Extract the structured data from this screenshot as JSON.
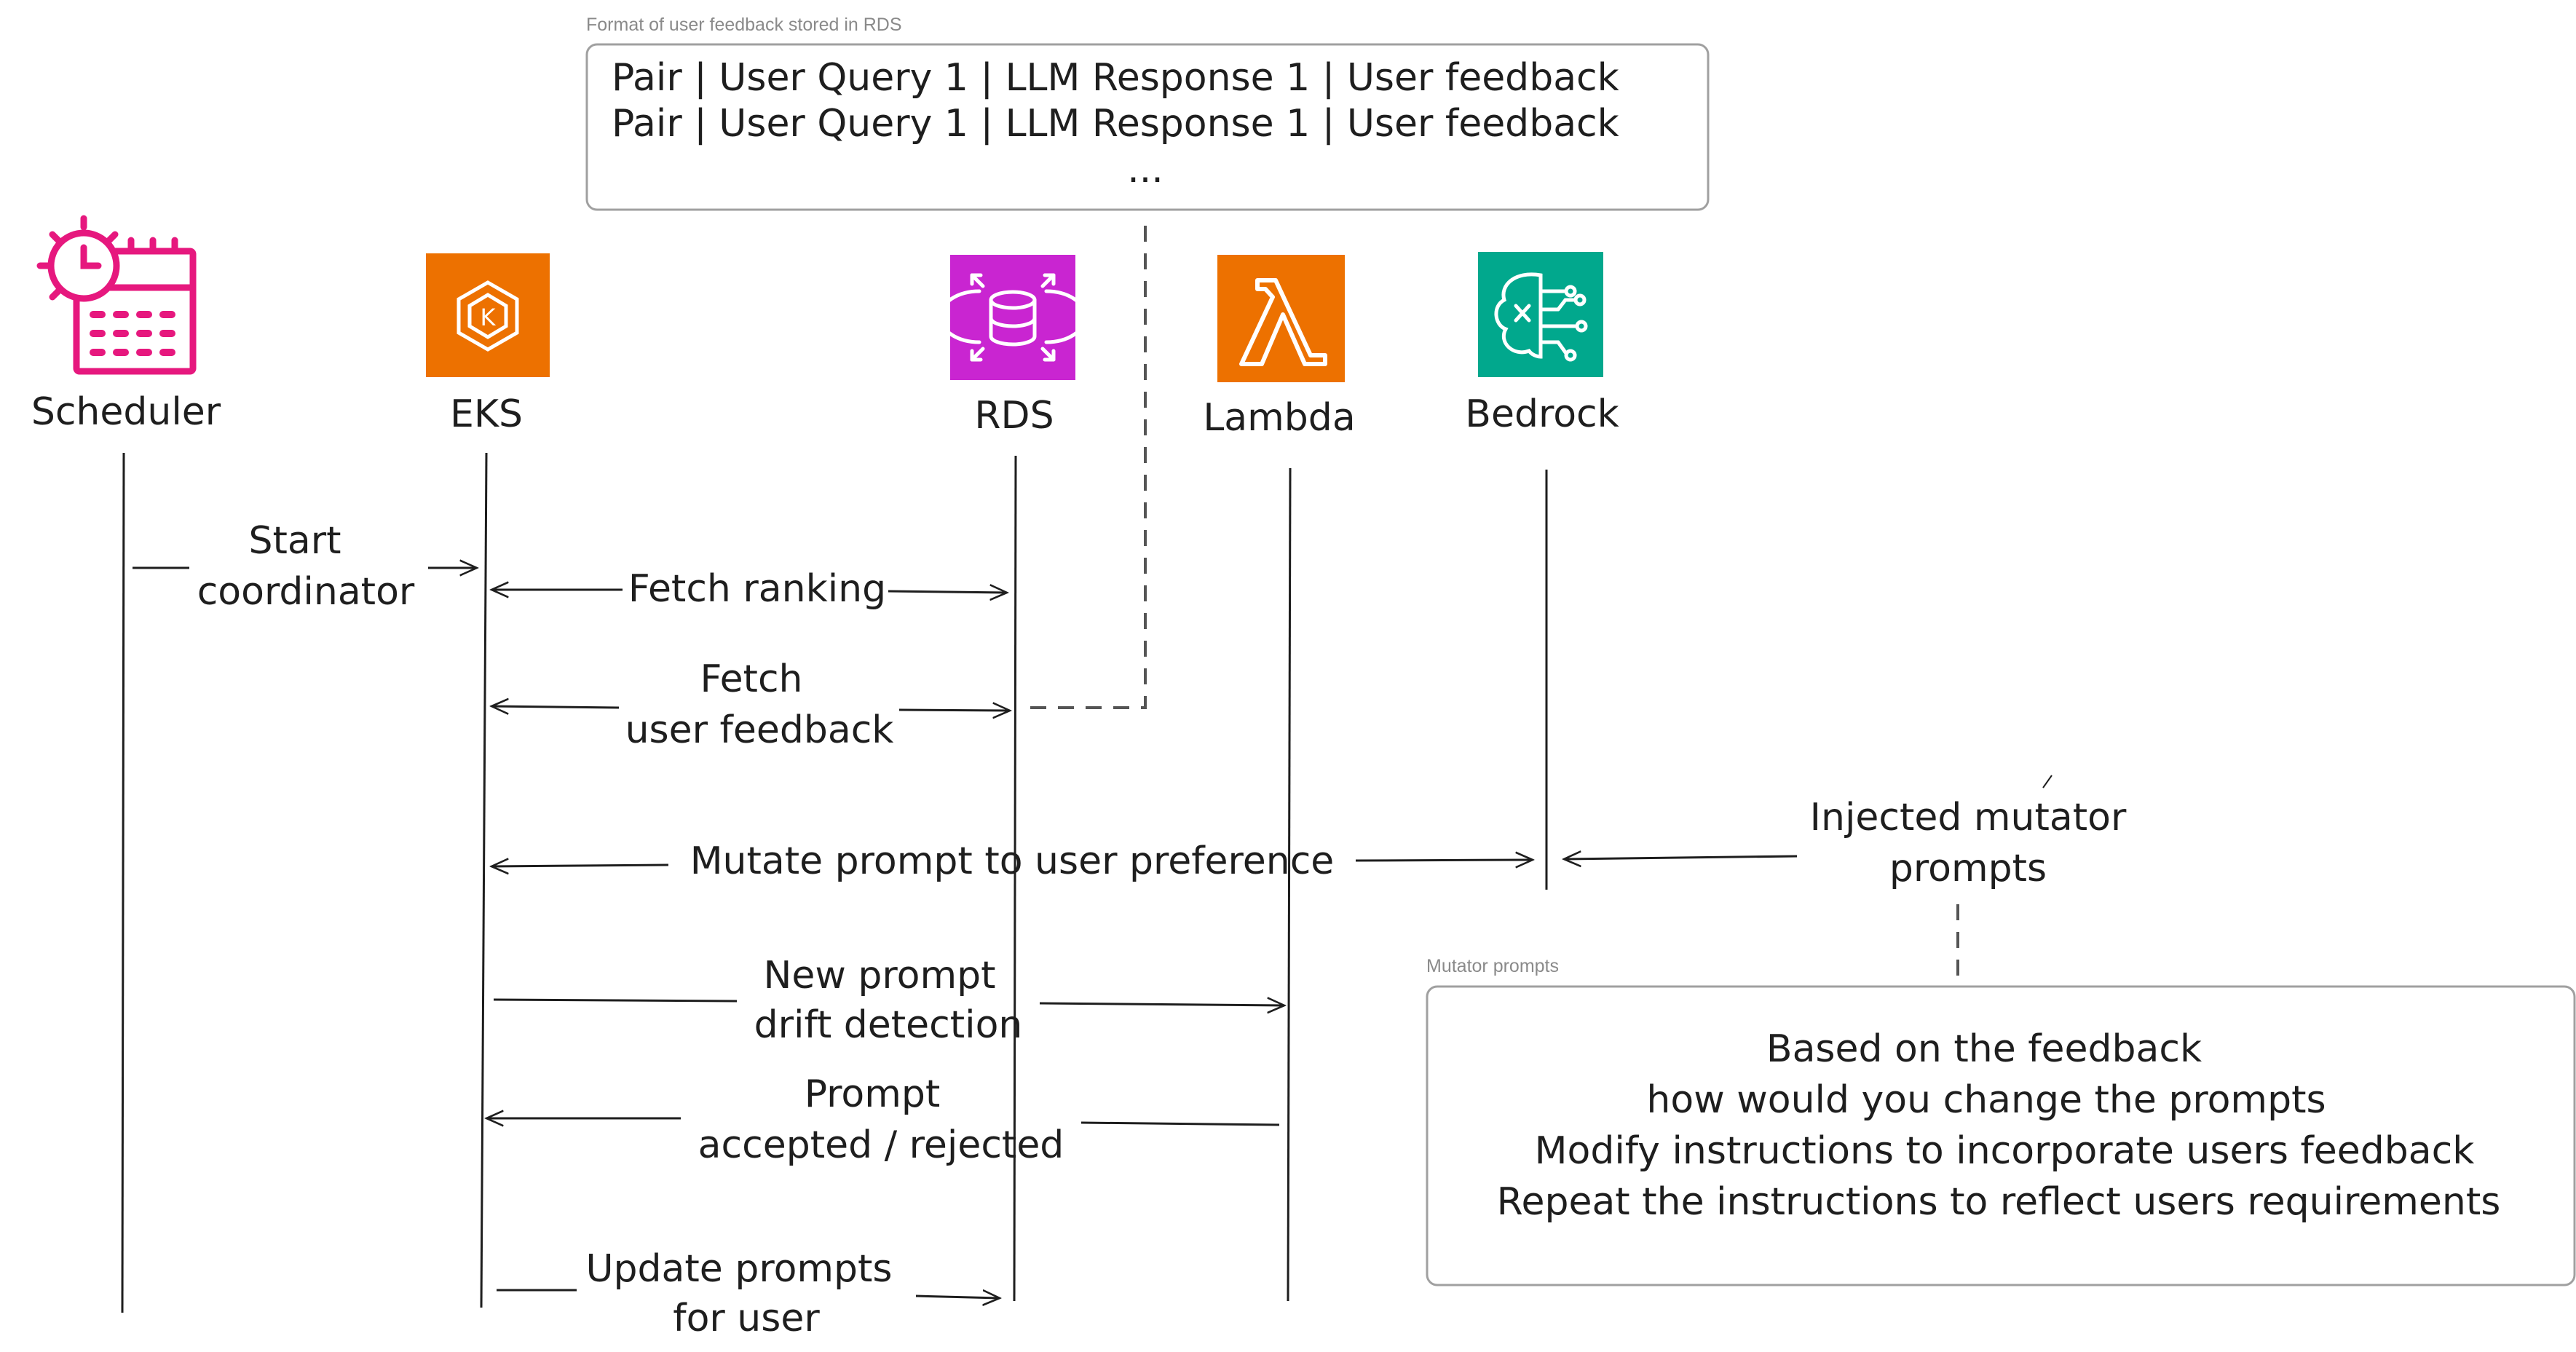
{
  "top_note": {
    "label": "Format of user feedback stored in RDS",
    "lines": [
      "Pair | User Query 1 | LLM Response 1 | User feedback",
      "Pair | User Query 1 | LLM Response 1 | User feedback",
      "..."
    ]
  },
  "actors": [
    {
      "id": "scheduler",
      "label": "Scheduler",
      "icon": "calendar-clock-icon",
      "color": "#e6187e"
    },
    {
      "id": "eks",
      "label": "EKS",
      "icon": "kubernetes-icon",
      "color": "#ed7100"
    },
    {
      "id": "rds",
      "label": "RDS",
      "icon": "database-icon",
      "color": "#c925d1"
    },
    {
      "id": "lambda",
      "label": "Lambda",
      "icon": "lambda-icon",
      "color": "#ed7100"
    },
    {
      "id": "bedrock",
      "label": "Bedrock",
      "icon": "brain-circuit-icon",
      "color": "#01a88d"
    }
  ],
  "messages": [
    {
      "id": "start-coordinator",
      "lines": [
        "Start",
        "coordinator"
      ]
    },
    {
      "id": "fetch-ranking",
      "lines": [
        "Fetch ranking"
      ]
    },
    {
      "id": "fetch-user-feedback",
      "lines": [
        "Fetch",
        "user feedback"
      ]
    },
    {
      "id": "mutate-prompt",
      "lines": [
        "Mutate prompt to user preference"
      ]
    },
    {
      "id": "new-prompt-drift",
      "lines": [
        "New prompt",
        "drift detection"
      ]
    },
    {
      "id": "prompt-accepted",
      "lines": [
        "Prompt",
        "accepted / rejected"
      ]
    },
    {
      "id": "update-prompts",
      "lines": [
        "Update prompts",
        "for user"
      ]
    }
  ],
  "injected": {
    "lines": [
      "Injected mutator",
      "prompts"
    ]
  },
  "mutator_note": {
    "label": "Mutator prompts",
    "lines": [
      "Based on the feedback",
      "how would you change the prompts",
      "Modify instructions to incorporate users feedback",
      "Repeat the instructions to reflect users requirements"
    ]
  }
}
